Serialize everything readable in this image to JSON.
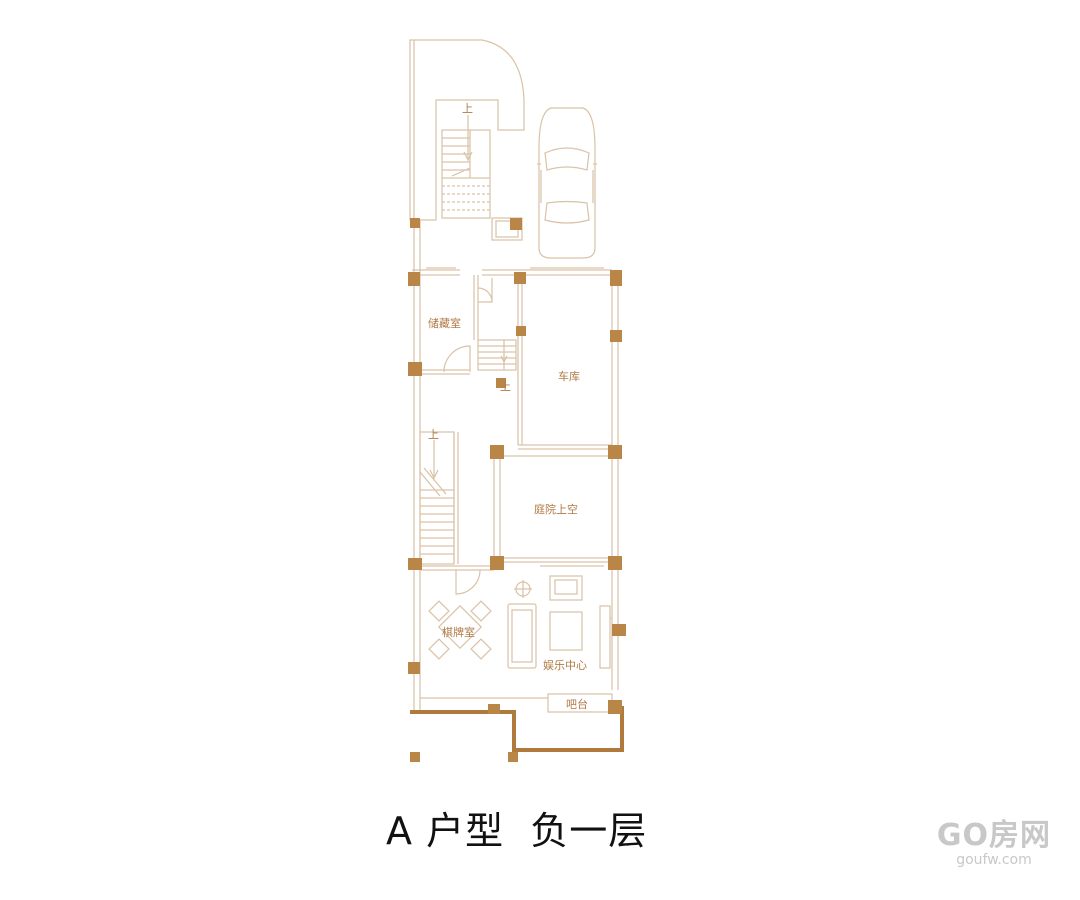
{
  "rooms": {
    "storage": "储藏室",
    "garage": "车库",
    "courtyard_void": "庭院上空",
    "chess_room": "棋牌室",
    "entertainment_center": "娱乐中心",
    "bar_counter": "吧台"
  },
  "stairs": {
    "top_up": "上",
    "middle_up": "上",
    "left_up": "上"
  },
  "title": "A 户型  负一层",
  "watermark": {
    "logo": "GO房网",
    "url": "goufw.com"
  },
  "colors": {
    "line": "#d9c2a6",
    "column": "#b98647",
    "wall_thick": "#b07a3c",
    "label": "#b07a45"
  }
}
